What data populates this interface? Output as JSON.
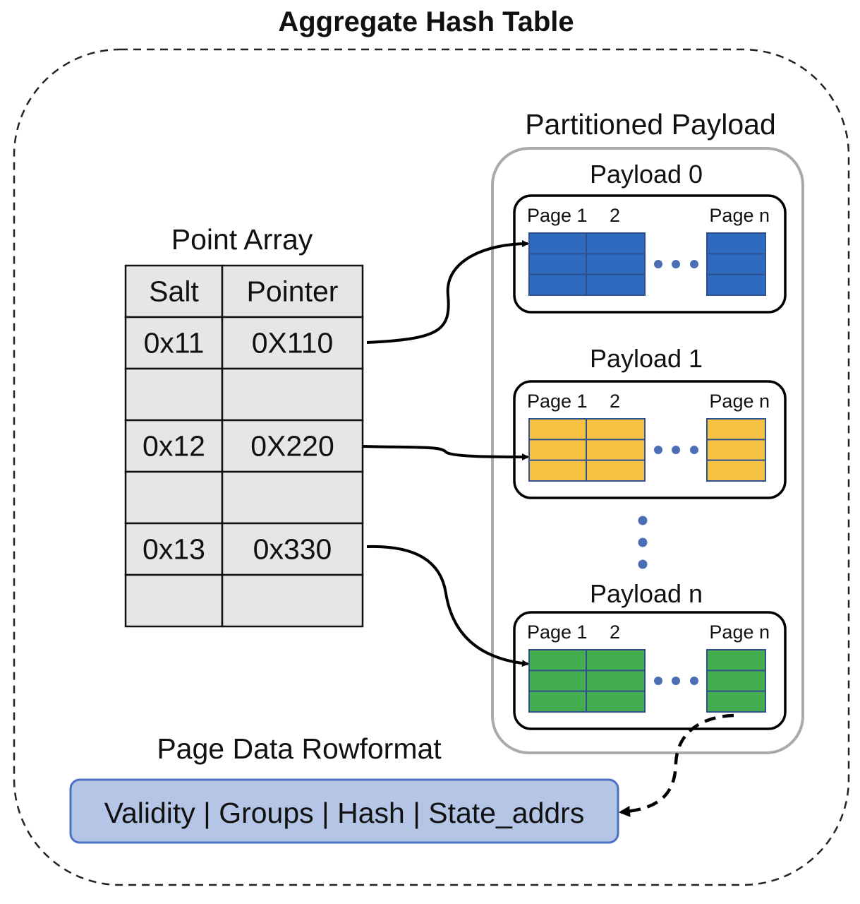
{
  "title": "Aggregate Hash Table",
  "point_array": {
    "label": "Point Array",
    "header": [
      "Salt",
      "Pointer"
    ],
    "rows": [
      [
        "0x11",
        "0X110"
      ],
      [
        "",
        ""
      ],
      [
        "0x12",
        "0X220"
      ],
      [
        "",
        ""
      ],
      [
        "0x13",
        "0x330"
      ],
      [
        "",
        ""
      ]
    ]
  },
  "partitioned_payload": {
    "label": "Partitioned Payload",
    "payloads": [
      {
        "label": "Payload 0",
        "page_first": "Page 1",
        "page_second": "2",
        "page_last": "Page n",
        "color": "#2e6bbf"
      },
      {
        "label": "Payload 1",
        "page_first": "Page 1",
        "page_second": "2",
        "page_last": "Page n",
        "color": "#f5c242"
      },
      {
        "label": "Payload n",
        "page_first": "Page 1",
        "page_second": "2",
        "page_last": "Page n",
        "color": "#44ad4f"
      }
    ]
  },
  "rowformat": {
    "label": "Page Data Rowformat",
    "text": "Validity | Groups | Hash | State_addrs"
  },
  "colors": {
    "table_fill": "#e6e6e6",
    "page_border": "#2f4f8f",
    "ellipsis_dots": "#4a6fb5",
    "container_border": "#aaaaaa",
    "rowformat_fill": "#b4c5e6",
    "rowformat_border": "#4a72c4"
  }
}
